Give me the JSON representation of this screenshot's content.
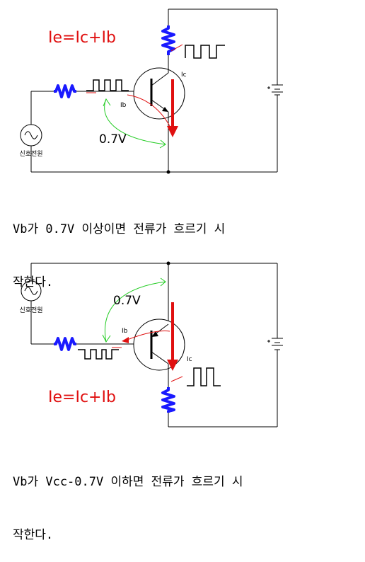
{
  "circuit_top": {
    "equation": "Ie=Ic+Ib",
    "vbe": "0.7V",
    "ib_label": "Ib",
    "ic_label": "Ic",
    "source_label": "신호전원",
    "caption_line1": "Vb가 0.7V 이상이면 전류가 흐르기 시",
    "caption_line2": "작한다."
  },
  "circuit_bottom": {
    "equation": "Ie=Ic+Ib",
    "vbe": "0.7V",
    "ib_label": "Ib",
    "ic_label": "Ic",
    "source_label": "신호전원",
    "caption_line1": "Vb가 Vcc-0.7V 이하면 전류가 흐르기 시",
    "caption_line2": "작한다."
  },
  "colors": {
    "wire": "#000000",
    "resistor": "#1a1aff",
    "current_arrow": "#e01010",
    "equation": "#e01010",
    "vbe_arc": "#22cc22"
  }
}
